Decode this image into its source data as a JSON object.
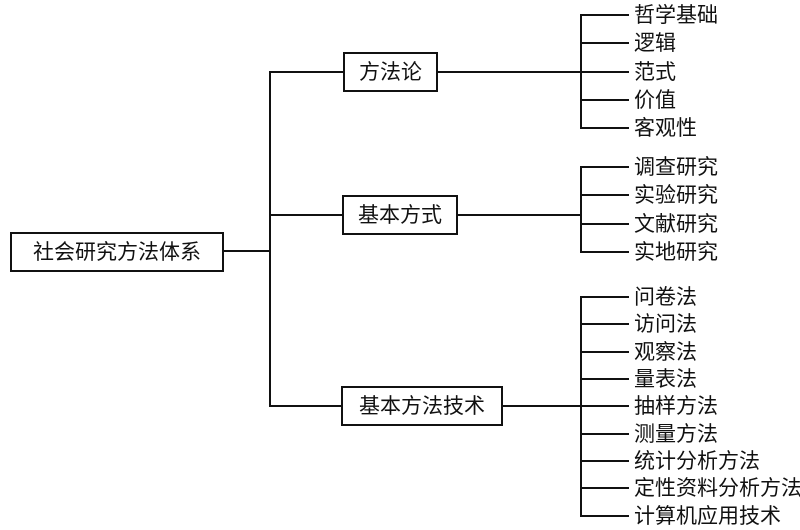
{
  "tree": {
    "root": {
      "label": "社会研究方法体系"
    },
    "branches": [
      {
        "label": "方法论",
        "leaves": [
          "哲学基础",
          "逻辑",
          "范式",
          "价值",
          "客观性"
        ]
      },
      {
        "label": "基本方式",
        "leaves": [
          "调查研究",
          "实验研究",
          "文献研究",
          "实地研究"
        ]
      },
      {
        "label": "基本方法技术",
        "leaves": [
          "问卷法",
          "访问法",
          "观察法",
          "量表法",
          "抽样方法",
          "测量方法",
          "统计分析方法",
          "定性资料分析方法",
          "计算机应用技术"
        ]
      }
    ],
    "colors": {
      "line": "#111111",
      "text": "#111111",
      "background": "#ffffff"
    }
  }
}
